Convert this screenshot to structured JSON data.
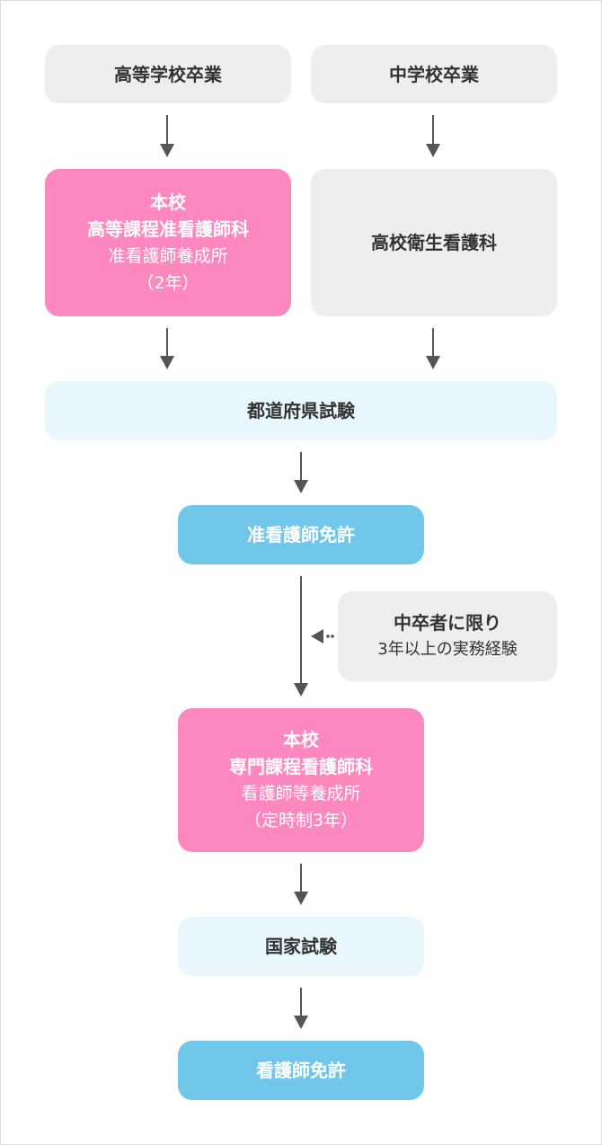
{
  "top": {
    "highschool": "高等学校卒業",
    "juniorhigh": "中学校卒業"
  },
  "left_course": {
    "line1": "本校",
    "line2": "高等課程准看護師科",
    "line3": "准看護師養成所",
    "line4": "（2年）"
  },
  "right_course": {
    "label": "高校衛生看護科"
  },
  "pref_exam": "都道府県試験",
  "assistant_license": "准看護師免許",
  "note": {
    "title": "中卒者に限り",
    "detail": "3年以上の実務経験"
  },
  "advanced_course": {
    "line1": "本校",
    "line2": "専門課程看護師科",
    "line3": "看護師等養成所",
    "line4": "（定時制3年）"
  },
  "national_exam": "国家試験",
  "nurse_license": "看護師免許",
  "colors": {
    "pink": "#fc88bf",
    "gray": "#eeeeee",
    "light_blue": "#e8f7fd",
    "blue": "#71c7ea",
    "arrow": "#555555"
  }
}
